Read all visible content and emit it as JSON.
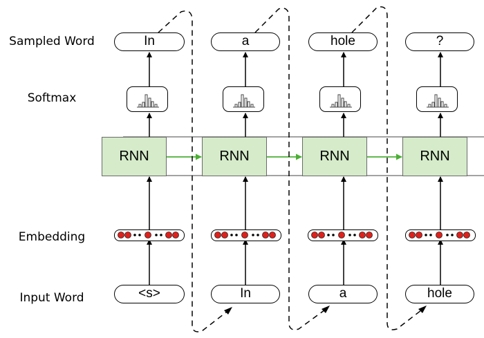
{
  "row_labels": {
    "sampled": "Sampled Word",
    "softmax": "Softmax",
    "embedding": "Embedding",
    "input": "Input Word"
  },
  "steps": [
    {
      "sampled": "In",
      "rnn": "RNN",
      "input": "<s>"
    },
    {
      "sampled": "a",
      "rnn": "RNN",
      "input": "In"
    },
    {
      "sampled": "hole",
      "rnn": "RNN",
      "input": "a"
    },
    {
      "sampled": "?",
      "rnn": "RNN",
      "input": "hole"
    }
  ],
  "colors": {
    "rnn_fill": "#d5ebc9",
    "recurrent_arrow": "#4caf35",
    "embedding_dot": "#e2201b"
  }
}
